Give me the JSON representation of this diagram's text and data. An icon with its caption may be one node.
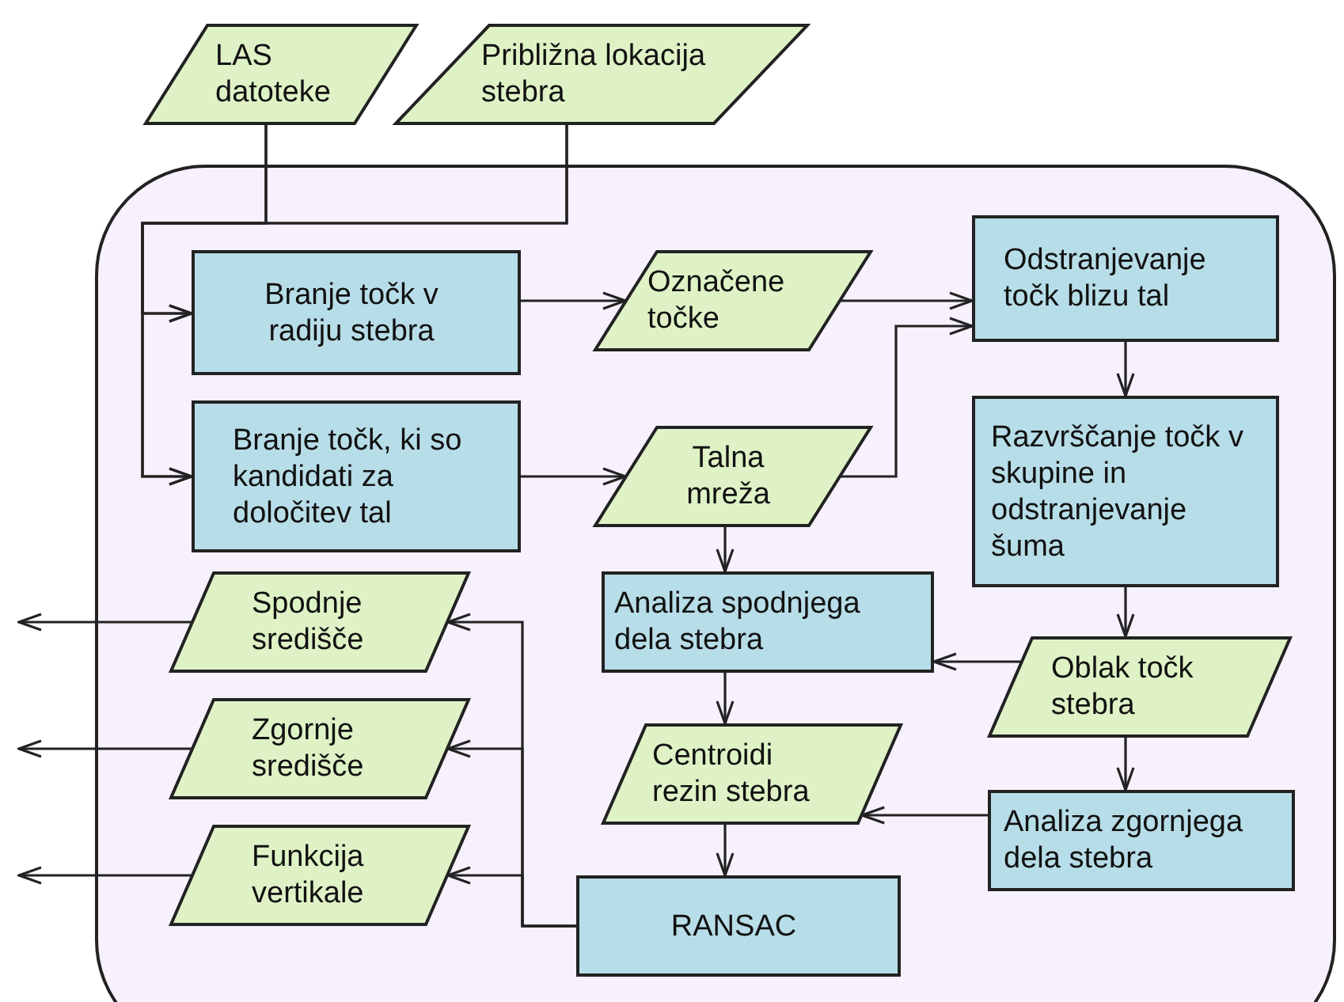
{
  "diagram": {
    "nodes": [
      {
        "text": [
          "LAS datoteke"
        ]
      },
      {
        "text": [
          "Približna lokacija stebra"
        ]
      },
      {
        "text": [],
        "shape": "box"
      },
      {
        "text": [
          "Branje točk v radiju stebra"
        ],
        "in": 2
      },
      {
        "text": [
          "Označene točke"
        ],
        "in": 2
      },
      {
        "text": [
          "Odstranjevanje točk blizu tal"
        ],
        "in": 2
      },
      {
        "text": [
          "Branje točk, ki so kandidati za določitev tal"
        ],
        "in": 2
      },
      {
        "text": [
          "Talna mreža"
        ],
        "in": 2
      },
      {
        "text": [
          "Razvrščanje točk v skupine in odstranjevanje šuma"
        ],
        "in": 2
      },
      {
        "text": [
          "Spodnje središče"
        ],
        "in": 2
      },
      {
        "text": [
          "Analiza spodnjega dela stebra"
        ],
        "in": 2
      },
      {
        "text": [
          "Oblak točk stebra"
        ],
        "in": 2
      },
      {
        "text": [
          "Zgornje središče"
        ],
        "in": 2
      },
      {
        "text": [
          "Centroidi rezin stebra"
        ],
        "in": 2
      },
      {
        "text": [
          "Analiza zgornjega dela stebra"
        ],
        "in": 2
      },
      {
        "text": [
          "Funkcija vertikale"
        ],
        "in": 2
      },
      {
        "text": [
          "RANSAC"
        ],
        "in": 2
      }
    ],
    "edges": [
      {
        "from": 0,
        "to": 3,
        "arrow": "to"
      },
      {
        "from": 0,
        "to": 6,
        "arrow": "to"
      },
      {
        "from": 1,
        "to": 3,
        "arrow": "to"
      },
      {
        "from": 1,
        "to": 6,
        "arrow": "to"
      },
      {
        "from": 3,
        "to": 4,
        "arrow": "to"
      },
      {
        "from": 4,
        "to": 5,
        "arrow": "to"
      },
      {
        "from": 7,
        "to": 5,
        "arrow": "to"
      },
      {
        "from": 6,
        "to": 7,
        "arrow": "to"
      },
      {
        "from": 5,
        "to": 8,
        "arrow": "to"
      },
      {
        "from": 8,
        "to": 11,
        "arrow": "to"
      },
      {
        "from": 11,
        "to": 10,
        "arrow": "to"
      },
      {
        "from": 7,
        "to": 10,
        "arrow": "to"
      },
      {
        "from": 10,
        "to": 13,
        "arrow": "to"
      },
      {
        "from": 11,
        "to": 14,
        "arrow": "to"
      },
      {
        "from": 14,
        "to": 13,
        "arrow": "to"
      },
      {
        "from": 13,
        "to": 16,
        "arrow": "to"
      },
      {
        "from": 16,
        "to": 9,
        "arrow": "to"
      },
      {
        "from": 16,
        "to": 12,
        "arrow": "to"
      },
      {
        "from": 16,
        "to": 15,
        "arrow": "to"
      },
      {
        "from": 9,
        "to": null,
        "arrow": "to"
      },
      {
        "from": 12,
        "to": null,
        "arrow": "to"
      },
      {
        "from": 15,
        "to": null,
        "arrow": "to"
      }
    ]
  }
}
